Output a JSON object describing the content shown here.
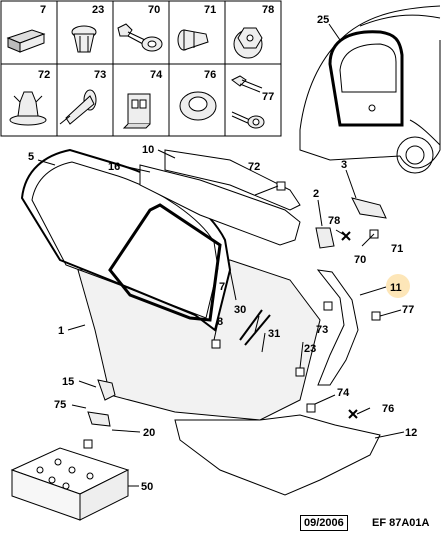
{
  "grid": {
    "row1": [
      "7",
      "23",
      "70",
      "71",
      "78"
    ],
    "row2": [
      "72",
      "73",
      "74",
      "76",
      "77"
    ]
  },
  "labels": {
    "p1": "1",
    "p2": "2",
    "p3": "3",
    "p5": "5",
    "p7": "7",
    "p8": "8",
    "p10": "10",
    "p11": "11",
    "p12": "12",
    "p15": "15",
    "p16": "16",
    "p20": "20",
    "p23": "23",
    "p25": "25",
    "p30": "30",
    "p31": "31",
    "p50": "50",
    "p70": "70",
    "p71": "71",
    "p72": "72",
    "p73": "73",
    "p74": "74",
    "p75": "75",
    "p76": "76",
    "p77": "77",
    "p78": "78"
  },
  "footer": {
    "date": "09/2006",
    "ref": "EF 87A01A"
  },
  "colors": {
    "highlight": "#fde6b8",
    "line": "#000000",
    "panel": "#f2f2f2"
  }
}
